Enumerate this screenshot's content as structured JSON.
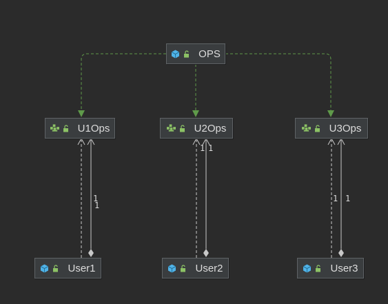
{
  "nodes": {
    "ops": {
      "label": "OPS",
      "type_icon": "class-cube-icon",
      "lock_icon": "unlocked-padlock-icon"
    },
    "u1ops": {
      "label": "U1Ops",
      "type_icon": "package-blocks-icon",
      "lock_icon": "unlocked-padlock-icon"
    },
    "u2ops": {
      "label": "U2Ops",
      "type_icon": "package-blocks-icon",
      "lock_icon": "unlocked-padlock-icon"
    },
    "u3ops": {
      "label": "U3Ops",
      "type_icon": "package-blocks-icon",
      "lock_icon": "unlocked-padlock-icon"
    },
    "user1": {
      "label": "User1",
      "type_icon": "class-cube-icon",
      "lock_icon": "unlocked-padlock-icon"
    },
    "user2": {
      "label": "User2",
      "type_icon": "class-cube-icon",
      "lock_icon": "unlocked-padlock-icon"
    },
    "user3": {
      "label": "User3",
      "type_icon": "class-cube-icon",
      "lock_icon": "unlocked-padlock-icon"
    }
  },
  "edges": {
    "generalization": [
      "OPS -> U1Ops",
      "OPS -> U2Ops",
      "OPS -> U3Ops"
    ],
    "dependency": [
      "User1 -> U1Ops",
      "User2 -> U2Ops",
      "User3 -> U3Ops"
    ],
    "composition": [
      "User1 <>-> U1Ops",
      "User2 <>-> U2Ops",
      "User3 <>-> U3Ops"
    ]
  },
  "multiplicities": {
    "u1_a": "1",
    "u1_b": "1",
    "u2_a": "1",
    "u2_b": "1",
    "u3_a": "1",
    "u3_b": "1"
  },
  "colors": {
    "background": "#2b2b2b",
    "node_fill": "#3a3d3f",
    "node_border": "#5f6366",
    "text": "#dcdcdc",
    "generalization_line": "#5f9a4a",
    "association_line": "#c8c8c8",
    "cube_icon": "#4fb3e8",
    "lock_icon": "#8cc265",
    "package_icon": "#8cc265"
  }
}
